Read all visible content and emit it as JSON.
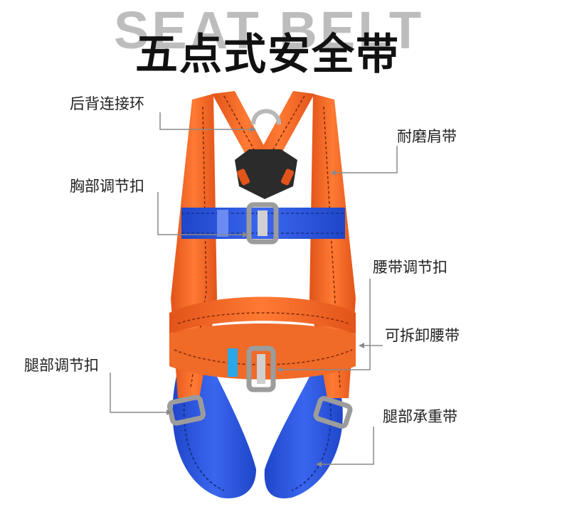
{
  "header": {
    "bg_text": "SEAT BELT",
    "title": "五点式安全带"
  },
  "labels": {
    "back_ring": "后背连接环",
    "shoulder_strap": "耐磨肩带",
    "chest_buckle": "胸部调节扣",
    "waist_buckle": "腰带调节扣",
    "detachable_belt": "可拆卸腰带",
    "leg_buckle": "腿部调节扣",
    "leg_strap": "腿部承重带"
  },
  "colors": {
    "strap_orange": "#f4641f",
    "strap_blue": "#2a55e0",
    "buckle_gray": "#9c9c9c",
    "plate_black": "#2b2b2b",
    "leader_line": "#8a8a8a"
  }
}
